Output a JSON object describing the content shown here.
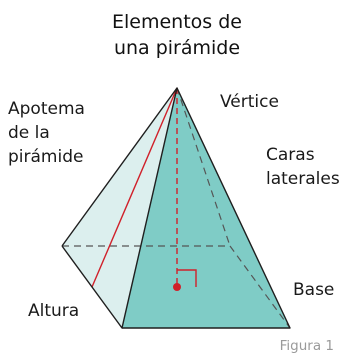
{
  "title": {
    "line1": "Elementos de",
    "line2": "una pirámide"
  },
  "labels": {
    "apotema_line1": "Apotema",
    "apotema_line2": "de la",
    "apotema_line3": "pirámide",
    "vertice": "Vértice",
    "caras_line1": "Caras",
    "caras_line2": "laterales",
    "base": "Base",
    "altura": "Altura"
  },
  "caption": "Figura 1",
  "colors": {
    "left_face": "#dcefee",
    "front_face": "#7fccc6",
    "edge": "#1f1f1f",
    "hidden_edge": "#555555",
    "altitude": "#d0202a",
    "apothem": "#d0202a"
  }
}
